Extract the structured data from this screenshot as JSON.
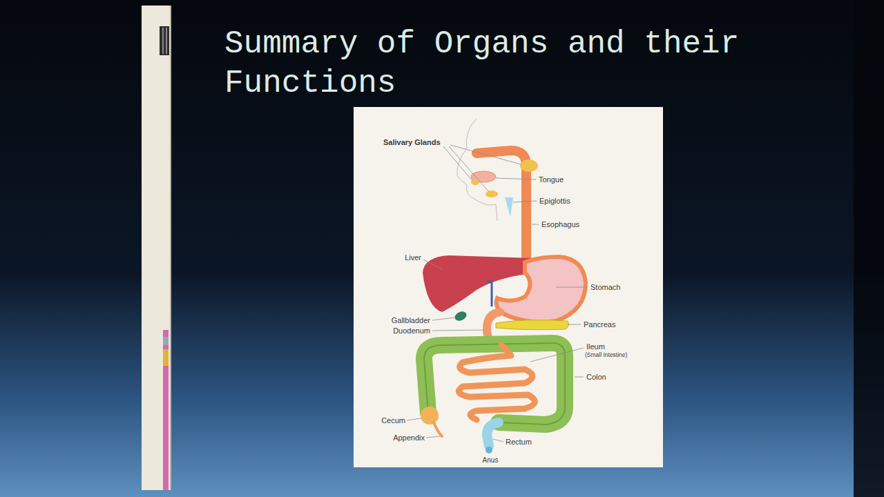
{
  "diagram": {
    "title": "Summary of Organs and their Functions",
    "labels": [
      "Salivary Glands",
      "Tongue",
      "Epiglottis",
      "Esophagus",
      "Liver",
      "Stomach",
      "Gallbladder",
      "Duodenum",
      "Pancreas",
      "Ileum",
      "(Small Intestine)",
      "Colon",
      "Cecum",
      "Appendix",
      "Rectum",
      "Anus"
    ]
  }
}
